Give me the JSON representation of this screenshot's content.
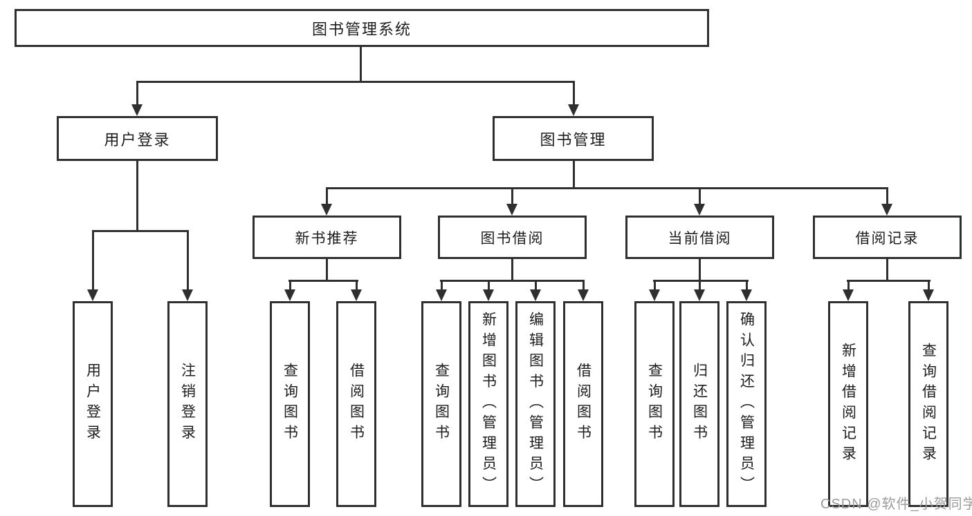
{
  "diagram": {
    "root": {
      "label": "图书管理系统"
    },
    "branches": [
      {
        "label": "用户登录",
        "children": [
          "用户登录",
          "注销登录"
        ]
      },
      {
        "label": "图书管理",
        "groups": [
          {
            "label": "新书推荐",
            "children": [
              "查询图书",
              "借阅图书"
            ]
          },
          {
            "label": "图书借阅",
            "children": [
              "查询图书",
              "新增图书（管理员）",
              "编辑图书（管理员）",
              "借阅图书"
            ]
          },
          {
            "label": "当前借阅",
            "children": [
              "查询图书",
              "归还图书",
              "确认归还（管理员）"
            ]
          },
          {
            "label": "借阅记录",
            "children": [
              "新增借阅记录",
              "查询借阅记录"
            ]
          }
        ]
      }
    ]
  },
  "colors": {
    "line": "#2f2f2f",
    "text": "#1c1c1c",
    "watermark": "#9b9b9b",
    "background": "#ffffff"
  },
  "watermark": {
    "text": "CSDN @软件_小贺同学"
  }
}
